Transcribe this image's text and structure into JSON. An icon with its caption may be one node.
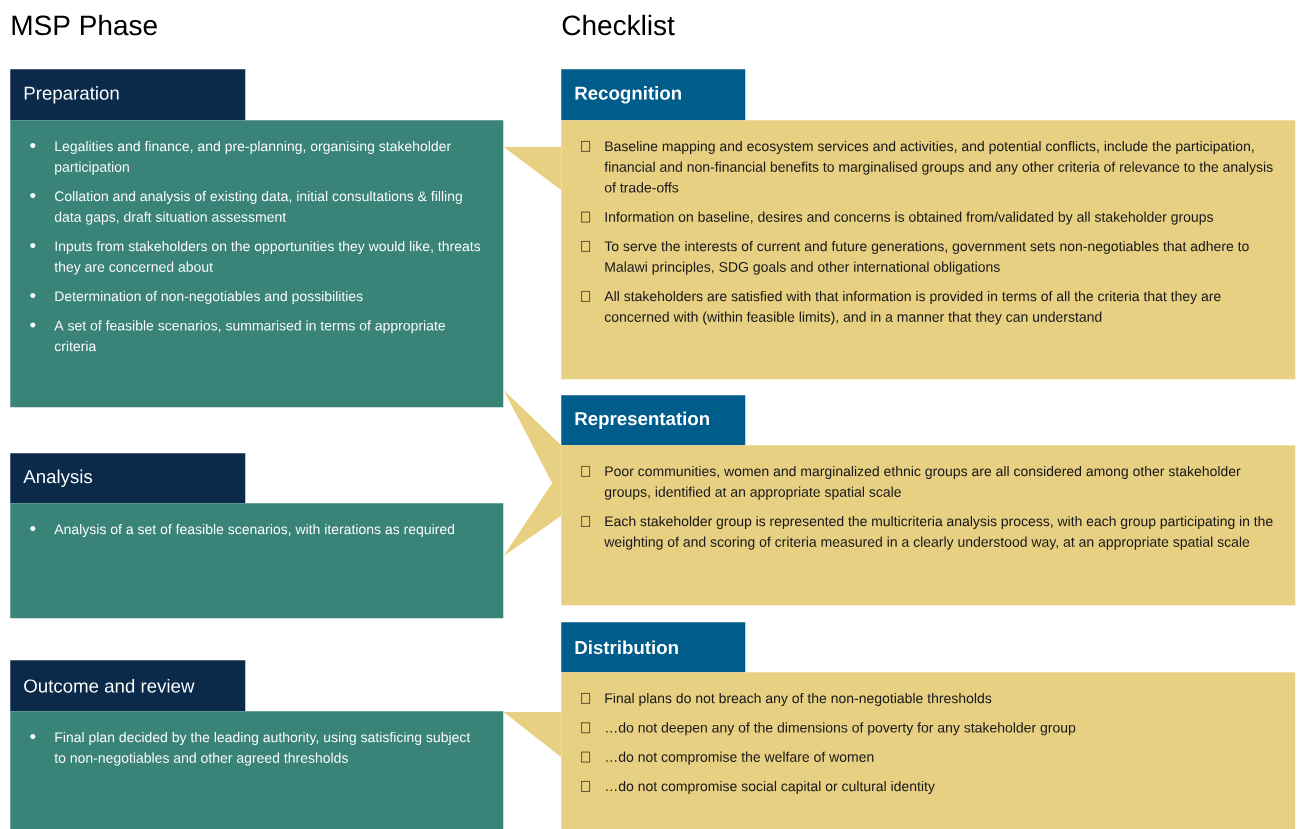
{
  "diagram": {
    "nodes": [
      {
        "text": [
          "Preparation"
        ]
      },
      {
        "text": [
          "Legalities and finance, and pre-planning, organising stakeholder participation",
          "Collation and analysis of existing data, initial consultations & filling data gaps, draft situation assessment",
          "Inputs from stakeholders on the opportunities they would like, threats they are concerned about",
          "Determination of non-negotiables and possibilities",
          "A set of feasible scenarios, summarised in terms of appropriate criteria"
        ]
      },
      {
        "text": [
          "Analysis"
        ]
      },
      {
        "text": [
          "Analysis of a set of feasible scenarios, with iterations as required"
        ]
      },
      {
        "text": [
          "Outcome and review"
        ]
      },
      {
        "text": [
          "Final plan decided by the leading authority, using satisficing subject to non-negotiables and other agreed thresholds"
        ]
      },
      {
        "text": [
          "Recognition"
        ]
      },
      {
        "text": [
          "Baseline mapping and ecosystem services and activities, and potential conflicts, include the participation, financial and non-financial benefits to marginalised groups and any other criteria of relevance to the analysis of trade-offs",
          "Information on baseline, desires and concerns is obtained from/validated by all stakeholder groups",
          "To serve the interests of current and future generations, government sets non-negotiables that adhere to Malawi principles, SDG goals and other international obligations",
          "All stakeholders are satisfied with that information is provided in terms of all the criteria that they are concerned with (within feasible limits), and in a manner that they can understand"
        ]
      },
      {
        "text": [
          "Representation"
        ]
      },
      {
        "text": [
          "Poor communities, women and marginalized ethnic groups are all considered among other stakeholder groups, identified at an appropriate spatial scale",
          "Each stakeholder group is represented the multicriteria analysis process, with each group participating in the weighting of and scoring of criteria measured in a clearly understood way, at an appropriate spatial scale"
        ]
      },
      {
        "text": [
          "Distribution"
        ]
      },
      {
        "text": [
          "Final plans do not breach any of the non-negotiable thresholds",
          "…do not deepen any of the dimensions of poverty for any stakeholder group",
          "…do not compromise the welfare of women",
          "…do not compromise social capital or cultural identity"
        ]
      }
    ],
    "edges": [
      {
        "from": 7,
        "to": 1,
        "arrow": "to"
      },
      {
        "from": 9,
        "to": 1,
        "arrow": "to"
      },
      {
        "from": 9,
        "to": 3,
        "arrow": "to"
      },
      {
        "from": 11,
        "to": 5,
        "arrow": "to"
      }
    ],
    "labels": [
      "MSP Phase",
      "Checklist"
    ]
  }
}
